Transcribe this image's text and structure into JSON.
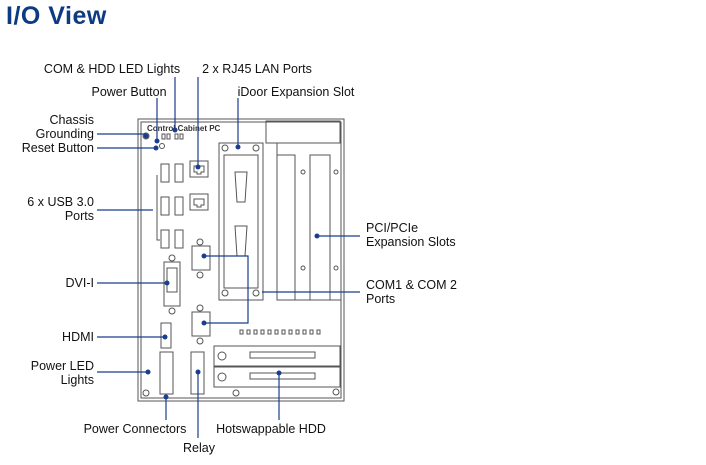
{
  "title": "I/O View",
  "device_label": "Control Cabinet PC",
  "callouts": {
    "com_hdd_led": "COM & HDD LED Lights",
    "lan": "2 x RJ45 LAN Ports",
    "power_button": "Power Button",
    "idoor": "iDoor Expansion Slot",
    "chassis_grounding": [
      "Chassis",
      "Grounding"
    ],
    "reset": "Reset Button",
    "usb": [
      "6 x USB 3.0",
      "Ports"
    ],
    "pci": [
      "PCI/PCIe",
      "Expansion Slots"
    ],
    "dvi": "DVI-I",
    "com": [
      "COM1 & COM 2",
      "Ports"
    ],
    "hdmi": "HDMI",
    "power_led": [
      "Power LED",
      "Lights"
    ],
    "power_connectors": "Power Connectors",
    "hdd": "Hotswappable HDD",
    "relay": "Relay"
  },
  "colors": {
    "title": "#0d3b82",
    "callout": "#1a3d8f"
  }
}
